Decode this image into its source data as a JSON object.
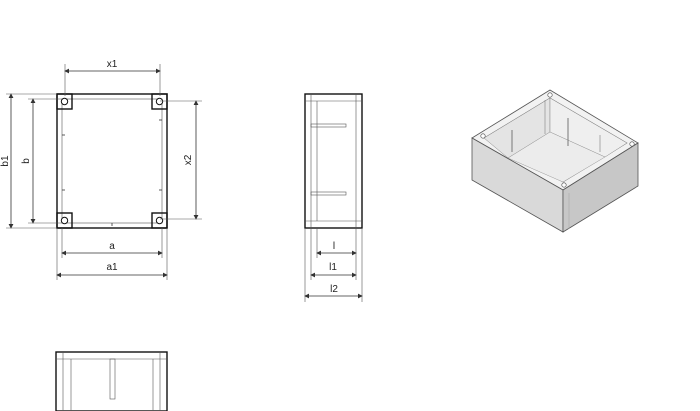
{
  "dimensions": {
    "x1": "x1",
    "x2": "x2",
    "a": "a",
    "a1": "a1",
    "b": "b",
    "b1": "b1",
    "l": "l",
    "l1": "l1",
    "l2": "l2"
  },
  "colors": {
    "line": "#222222",
    "box_top": "#f2f2f2",
    "box_left": "#dadada",
    "box_right": "#c6c6c6",
    "box_inner": "#e8e8e8"
  }
}
